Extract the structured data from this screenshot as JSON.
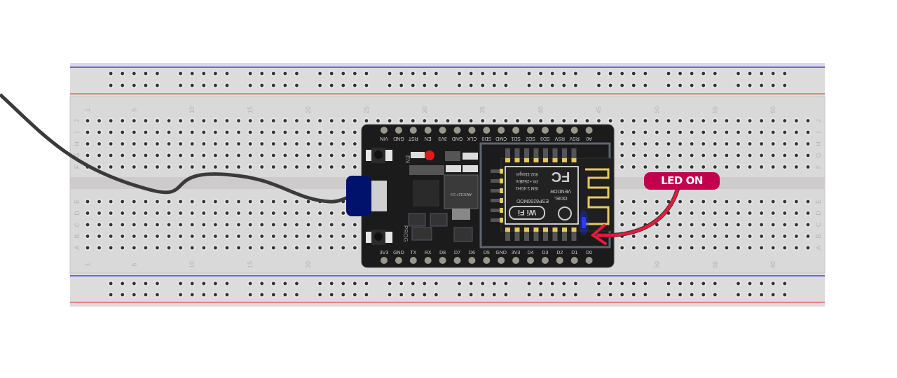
{
  "breadboard": {
    "columns": 63,
    "column_labels": [
      "1",
      "5",
      "10",
      "15",
      "20",
      "25",
      "30",
      "35",
      "40",
      "45",
      "50",
      "55",
      "60"
    ],
    "top_rows": [
      "J",
      "I",
      "H",
      "G",
      "F"
    ],
    "bottom_rows": [
      "E",
      "D",
      "C",
      "B",
      "A"
    ]
  },
  "board": {
    "top_pins": [
      "VIN",
      "GND",
      "RST",
      "EN",
      "3V3",
      "GND",
      "CLK",
      "SD0",
      "CMD",
      "SD1",
      "SD2",
      "SD3",
      "RSV",
      "RSV",
      "A0"
    ],
    "bottom_pins": [
      "3V3",
      "GND",
      "TX",
      "RX",
      "D8",
      "D7",
      "D6",
      "D5",
      "GND",
      "3V3",
      "D4",
      "D3",
      "D2",
      "D1",
      "D0"
    ],
    "en_label": "EN",
    "prog_label": "PROG",
    "regulator_label": "AMS1117-3.3",
    "module": {
      "vendor": "VENDOR",
      "model": "ESP8266MOD",
      "odel": "ODEL",
      "fcc": "FC",
      "wifi": "Wi Fi",
      "spec1": "802.11b/g/n",
      "spec2": "PA +25dBm",
      "spec3": "ISM 2.4GHz"
    }
  },
  "annotation": {
    "label": "LED ON",
    "color": "#c2004e",
    "arrow_color": "#f0163c"
  },
  "colors": {
    "led_red": "#e01b1b",
    "led_blue": "#1a2bff",
    "usb_plug": "#00126b",
    "wire": "#3a3a3a"
  }
}
